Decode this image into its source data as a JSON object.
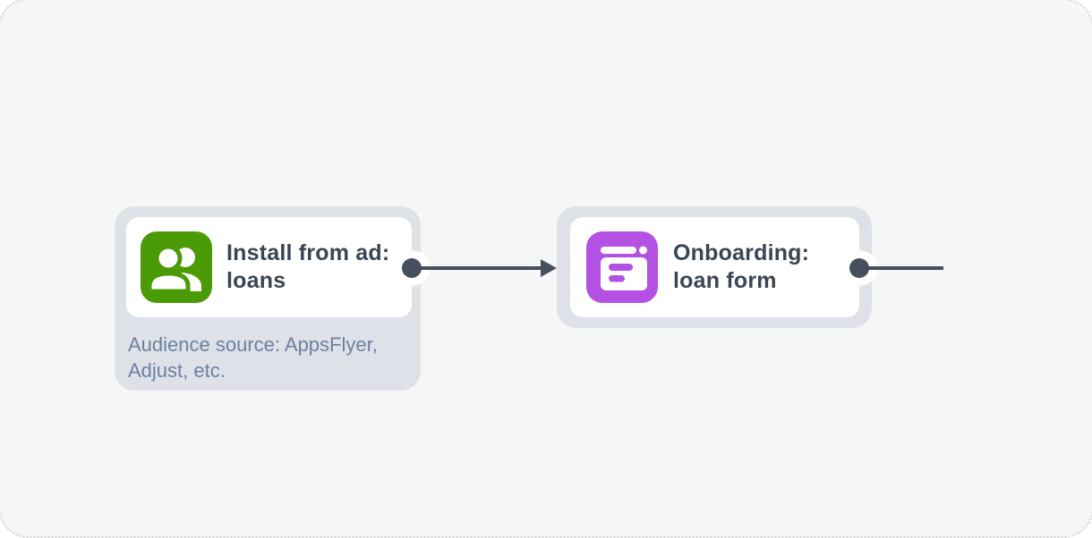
{
  "diagram": {
    "nodes": [
      {
        "id": "install-from-ad-loans",
        "title": "Install from ad:\nloans",
        "caption": "Audience source: AppsFlyer,\nAdjust, etc.",
        "icon": "users-icon",
        "icon_bg": "#4a9b06",
        "has_output_port": true
      },
      {
        "id": "onboarding-loan-form",
        "title": "Onboarding:\nloan form",
        "caption": "",
        "icon": "form-icon",
        "icon_bg": "#b351e2",
        "has_output_port": true
      }
    ],
    "connectors": [
      {
        "from": "install-from-ad-loans",
        "to": "onboarding-loan-form",
        "style": "arrow"
      },
      {
        "from": "onboarding-loan-form",
        "to": "offscreen-right",
        "style": "line"
      }
    ],
    "colors": {
      "page_bg": "#ffffff",
      "canvas_bg": "#f5f6f6",
      "node_container_bg": "#dee2e8",
      "card_bg": "#ffffff",
      "title_text": "#3b4553",
      "caption_text": "#6d80a0",
      "connector": "#454f5e",
      "green_icon_bg": "#4a9b06",
      "purple_icon_bg": "#b351e2"
    }
  }
}
